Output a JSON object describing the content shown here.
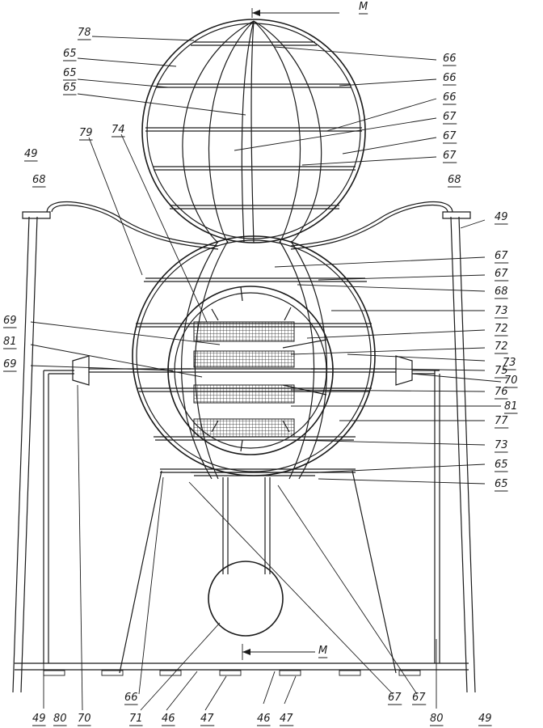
{
  "labels": {
    "l78": "78",
    "l65a": "65",
    "l65b": "65",
    "l65c": "65",
    "l66a": "66",
    "l66b": "66",
    "l66c": "66",
    "l67a": "67",
    "l67b": "67",
    "l67c": "67",
    "l79": "79",
    "l74": "74",
    "l49a": "49",
    "l49b": "49",
    "l68a": "68",
    "l68b": "68",
    "l67d": "67",
    "l67e": "67",
    "l68c": "68",
    "l73a": "73",
    "l72a": "72",
    "l72b": "72",
    "l73b": "73",
    "l69a": "69",
    "l81a": "81",
    "l69b": "69",
    "l75": "75",
    "l70a": "70",
    "l76": "76",
    "l81b": "81",
    "l77": "77",
    "l73c": "73",
    "l65d": "65",
    "l65e": "65",
    "lM1": "M",
    "lM2": "M",
    "b49a": "49",
    "b80a": "80",
    "b70": "70",
    "b71": "71",
    "b46a": "46",
    "b47a": "47",
    "b46b": "46",
    "b47b": "47",
    "b66": "66",
    "b67a": "67",
    "b67b": "67",
    "b80b": "80",
    "b49b": "49"
  }
}
